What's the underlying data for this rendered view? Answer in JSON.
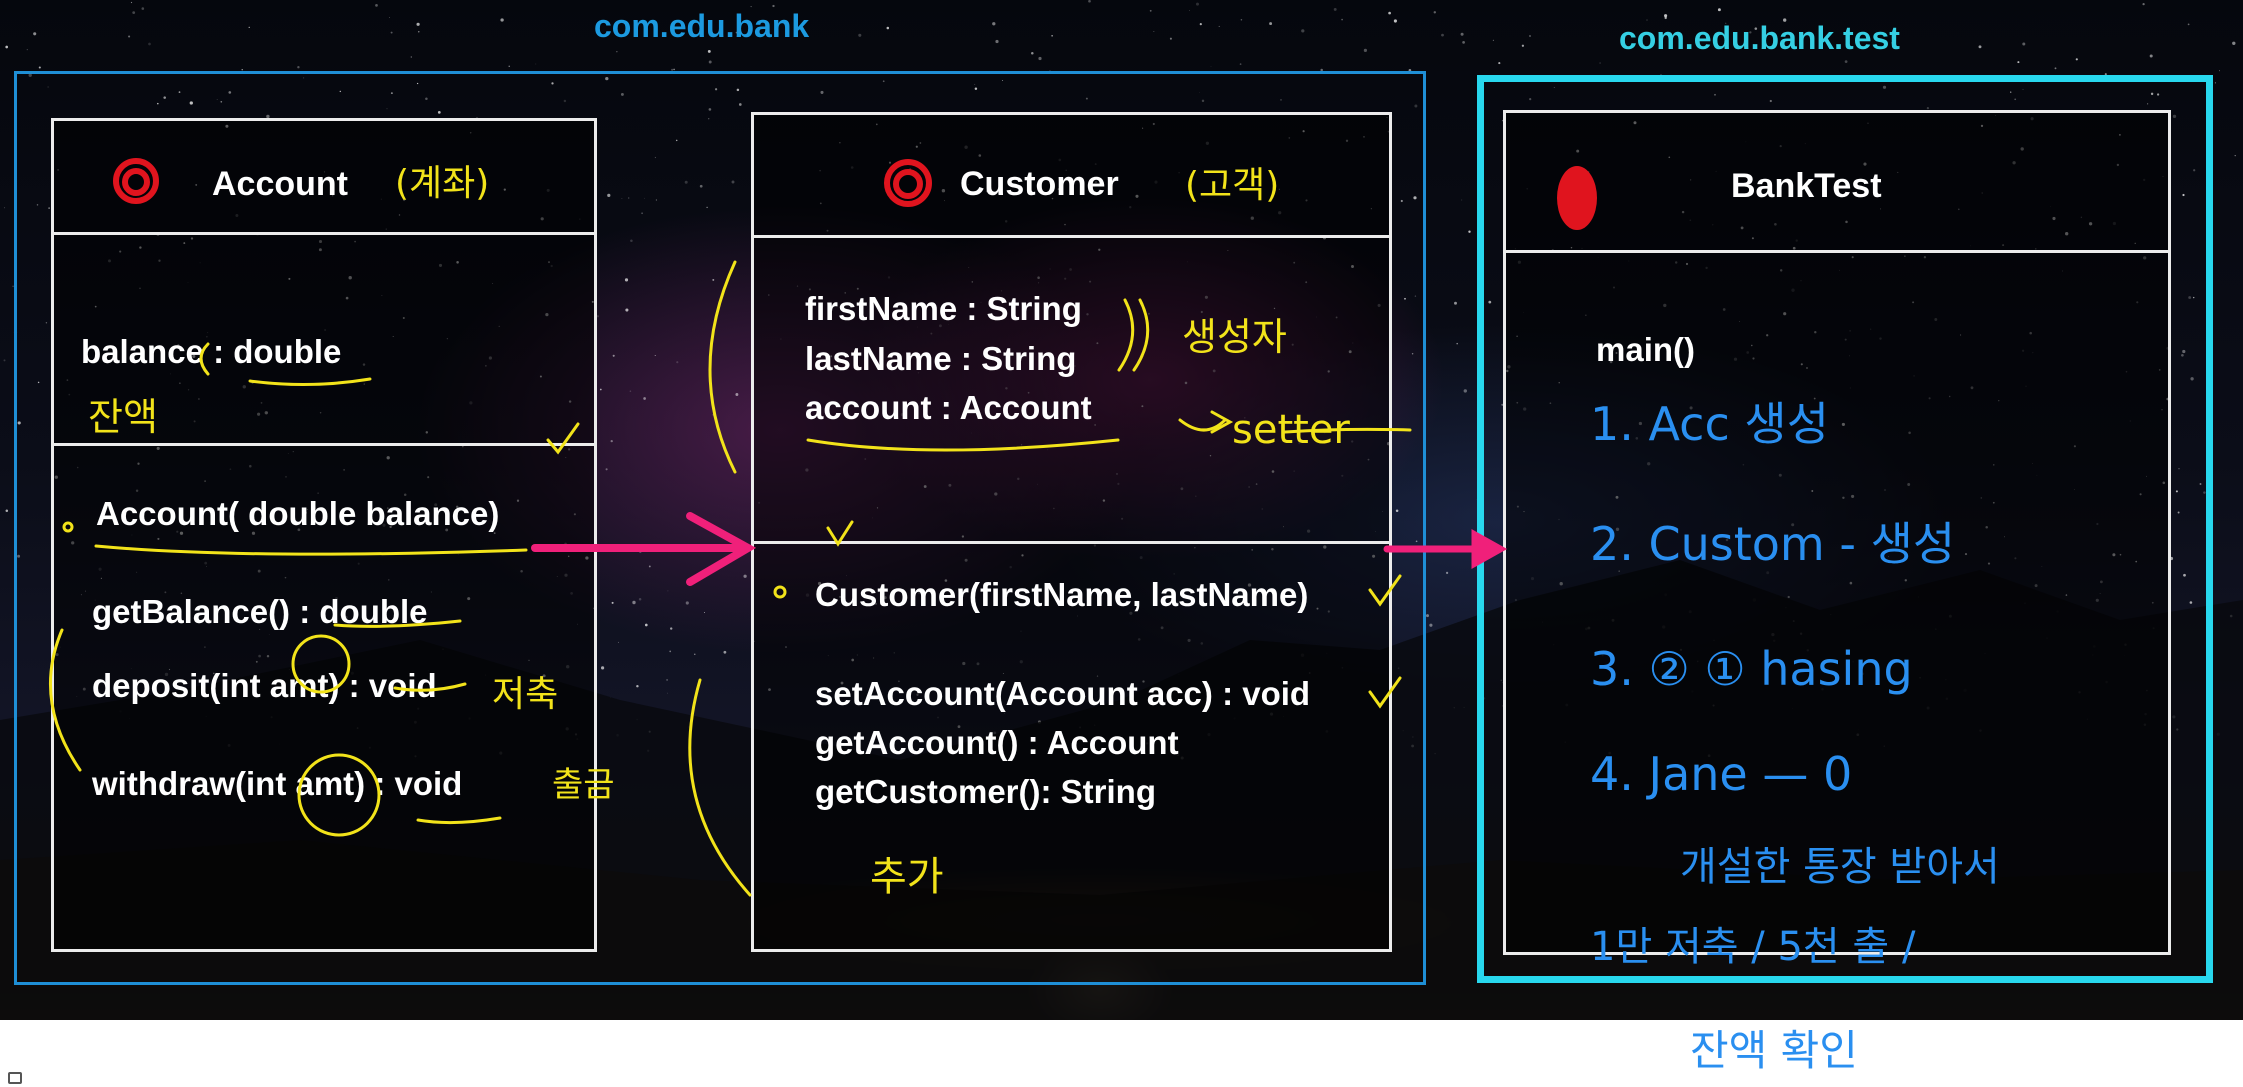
{
  "packages": {
    "main": "com.edu.bank",
    "test": "com.edu.bank.test"
  },
  "account_class": {
    "name": "Account",
    "note": "(계좌)",
    "attributes": [
      "balance : double"
    ],
    "attr_note": "잔액",
    "constructor": "Account( double balance)",
    "methods": [
      "getBalance() : double",
      "deposit(int amt) : void",
      "withdraw(int amt) : void"
    ],
    "method_notes": [
      "저축",
      "출금"
    ]
  },
  "customer_class": {
    "name": "Customer",
    "note": "(고객)",
    "attributes": [
      "firstName : String",
      "lastName : String",
      "account : Account"
    ],
    "attr_notes": [
      "생성자",
      "setter"
    ],
    "constructor": "Customer(firstName, lastName)",
    "methods": [
      "setAccount(Account acc) : void",
      "getAccount() : Account",
      "getCustomer(): String"
    ],
    "method_note": "추가"
  },
  "banktest_class": {
    "name": "BankTest",
    "method": "main()",
    "steps": [
      "1. Acc 생성",
      "2. Custom - 생성",
      "3. ② ① hasing",
      "4. Jane — 0"
    ],
    "notes": [
      "개설한 통장 받아서",
      "1만 저축 / 5천 출 /",
      "잔액 확인"
    ]
  },
  "colors": {
    "package_main": "#1f8fd6",
    "package_test": "#28d8ee",
    "class_border": "#ececec",
    "annotation_yellow": "#f2e31a",
    "annotation_red": "#e0141e",
    "annotation_blue": "#2a8ff0",
    "arrow_pink": "#f0207a"
  }
}
